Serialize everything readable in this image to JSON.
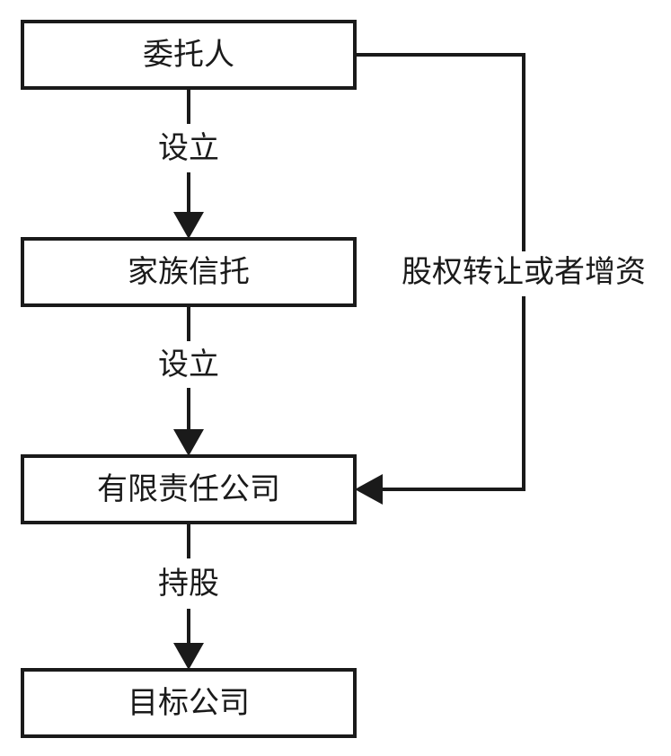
{
  "nodes": {
    "settlor": "委托人",
    "family_trust": "家族信托",
    "llc": "有限责任公司",
    "target_company": "目标公司"
  },
  "edges": {
    "settlor_to_trust": "设立",
    "trust_to_llc": "设立",
    "llc_to_target": "持股",
    "settlor_to_llc": "股权转让或者增资"
  },
  "colors": {
    "stroke": "#1a1a1a",
    "background": "#ffffff"
  }
}
